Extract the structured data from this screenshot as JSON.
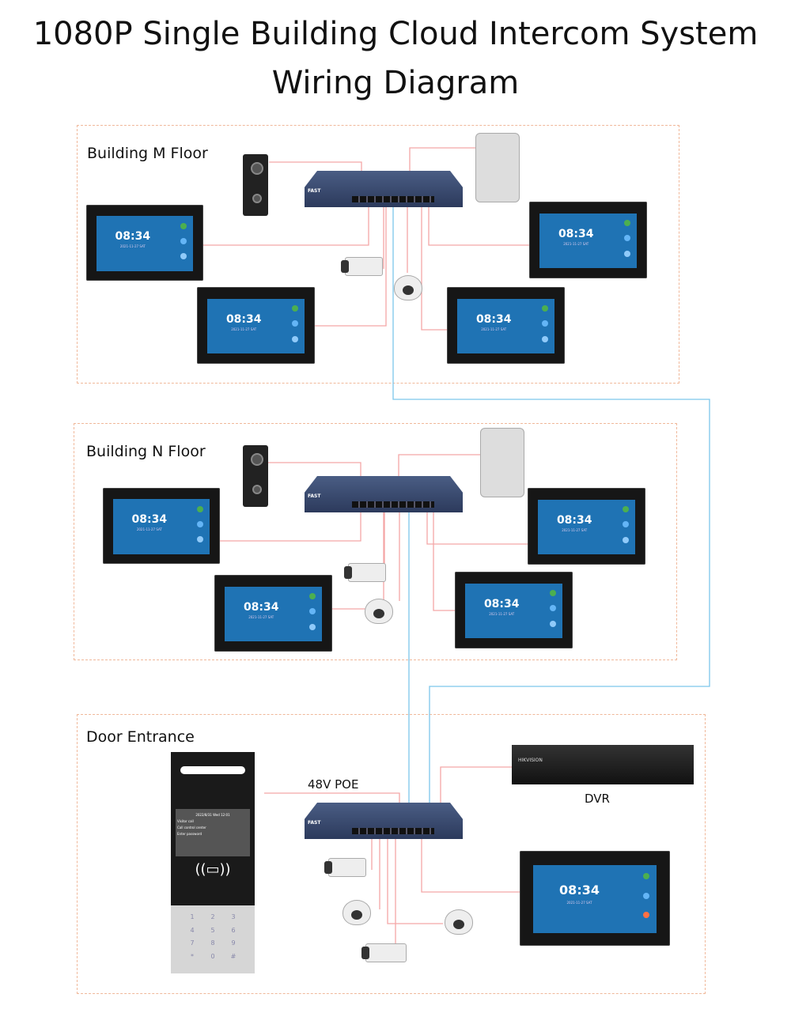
{
  "title": {
    "line1": "1080P Single Building Cloud Intercom System",
    "line2": "Wiring Diagram"
  },
  "zones": {
    "m": "Building M Floor",
    "n": "Building N Floor",
    "door": "Door Entrance"
  },
  "labels": {
    "poe": "48V POE",
    "dvr": "DVR"
  },
  "monitor": {
    "time": "08:34",
    "date": "2021-11-27  SAT"
  },
  "switch_brand": "FAST",
  "dvr_brand": "HIKVISION",
  "door_panel": {
    "datetime": "2022/8/31 Wed  12:01",
    "items": [
      "Visitor call",
      "Call control center",
      "Enter password"
    ],
    "keys": [
      "1",
      "2",
      "3",
      "4",
      "5",
      "6",
      "7",
      "8",
      "9",
      "*",
      "0",
      "#"
    ],
    "rfid_symbol": "((▭))"
  },
  "colors": {
    "wire_pink": "#f4a6a6",
    "wire_blue": "#7cc6ec",
    "screen": "#1f73b4"
  }
}
